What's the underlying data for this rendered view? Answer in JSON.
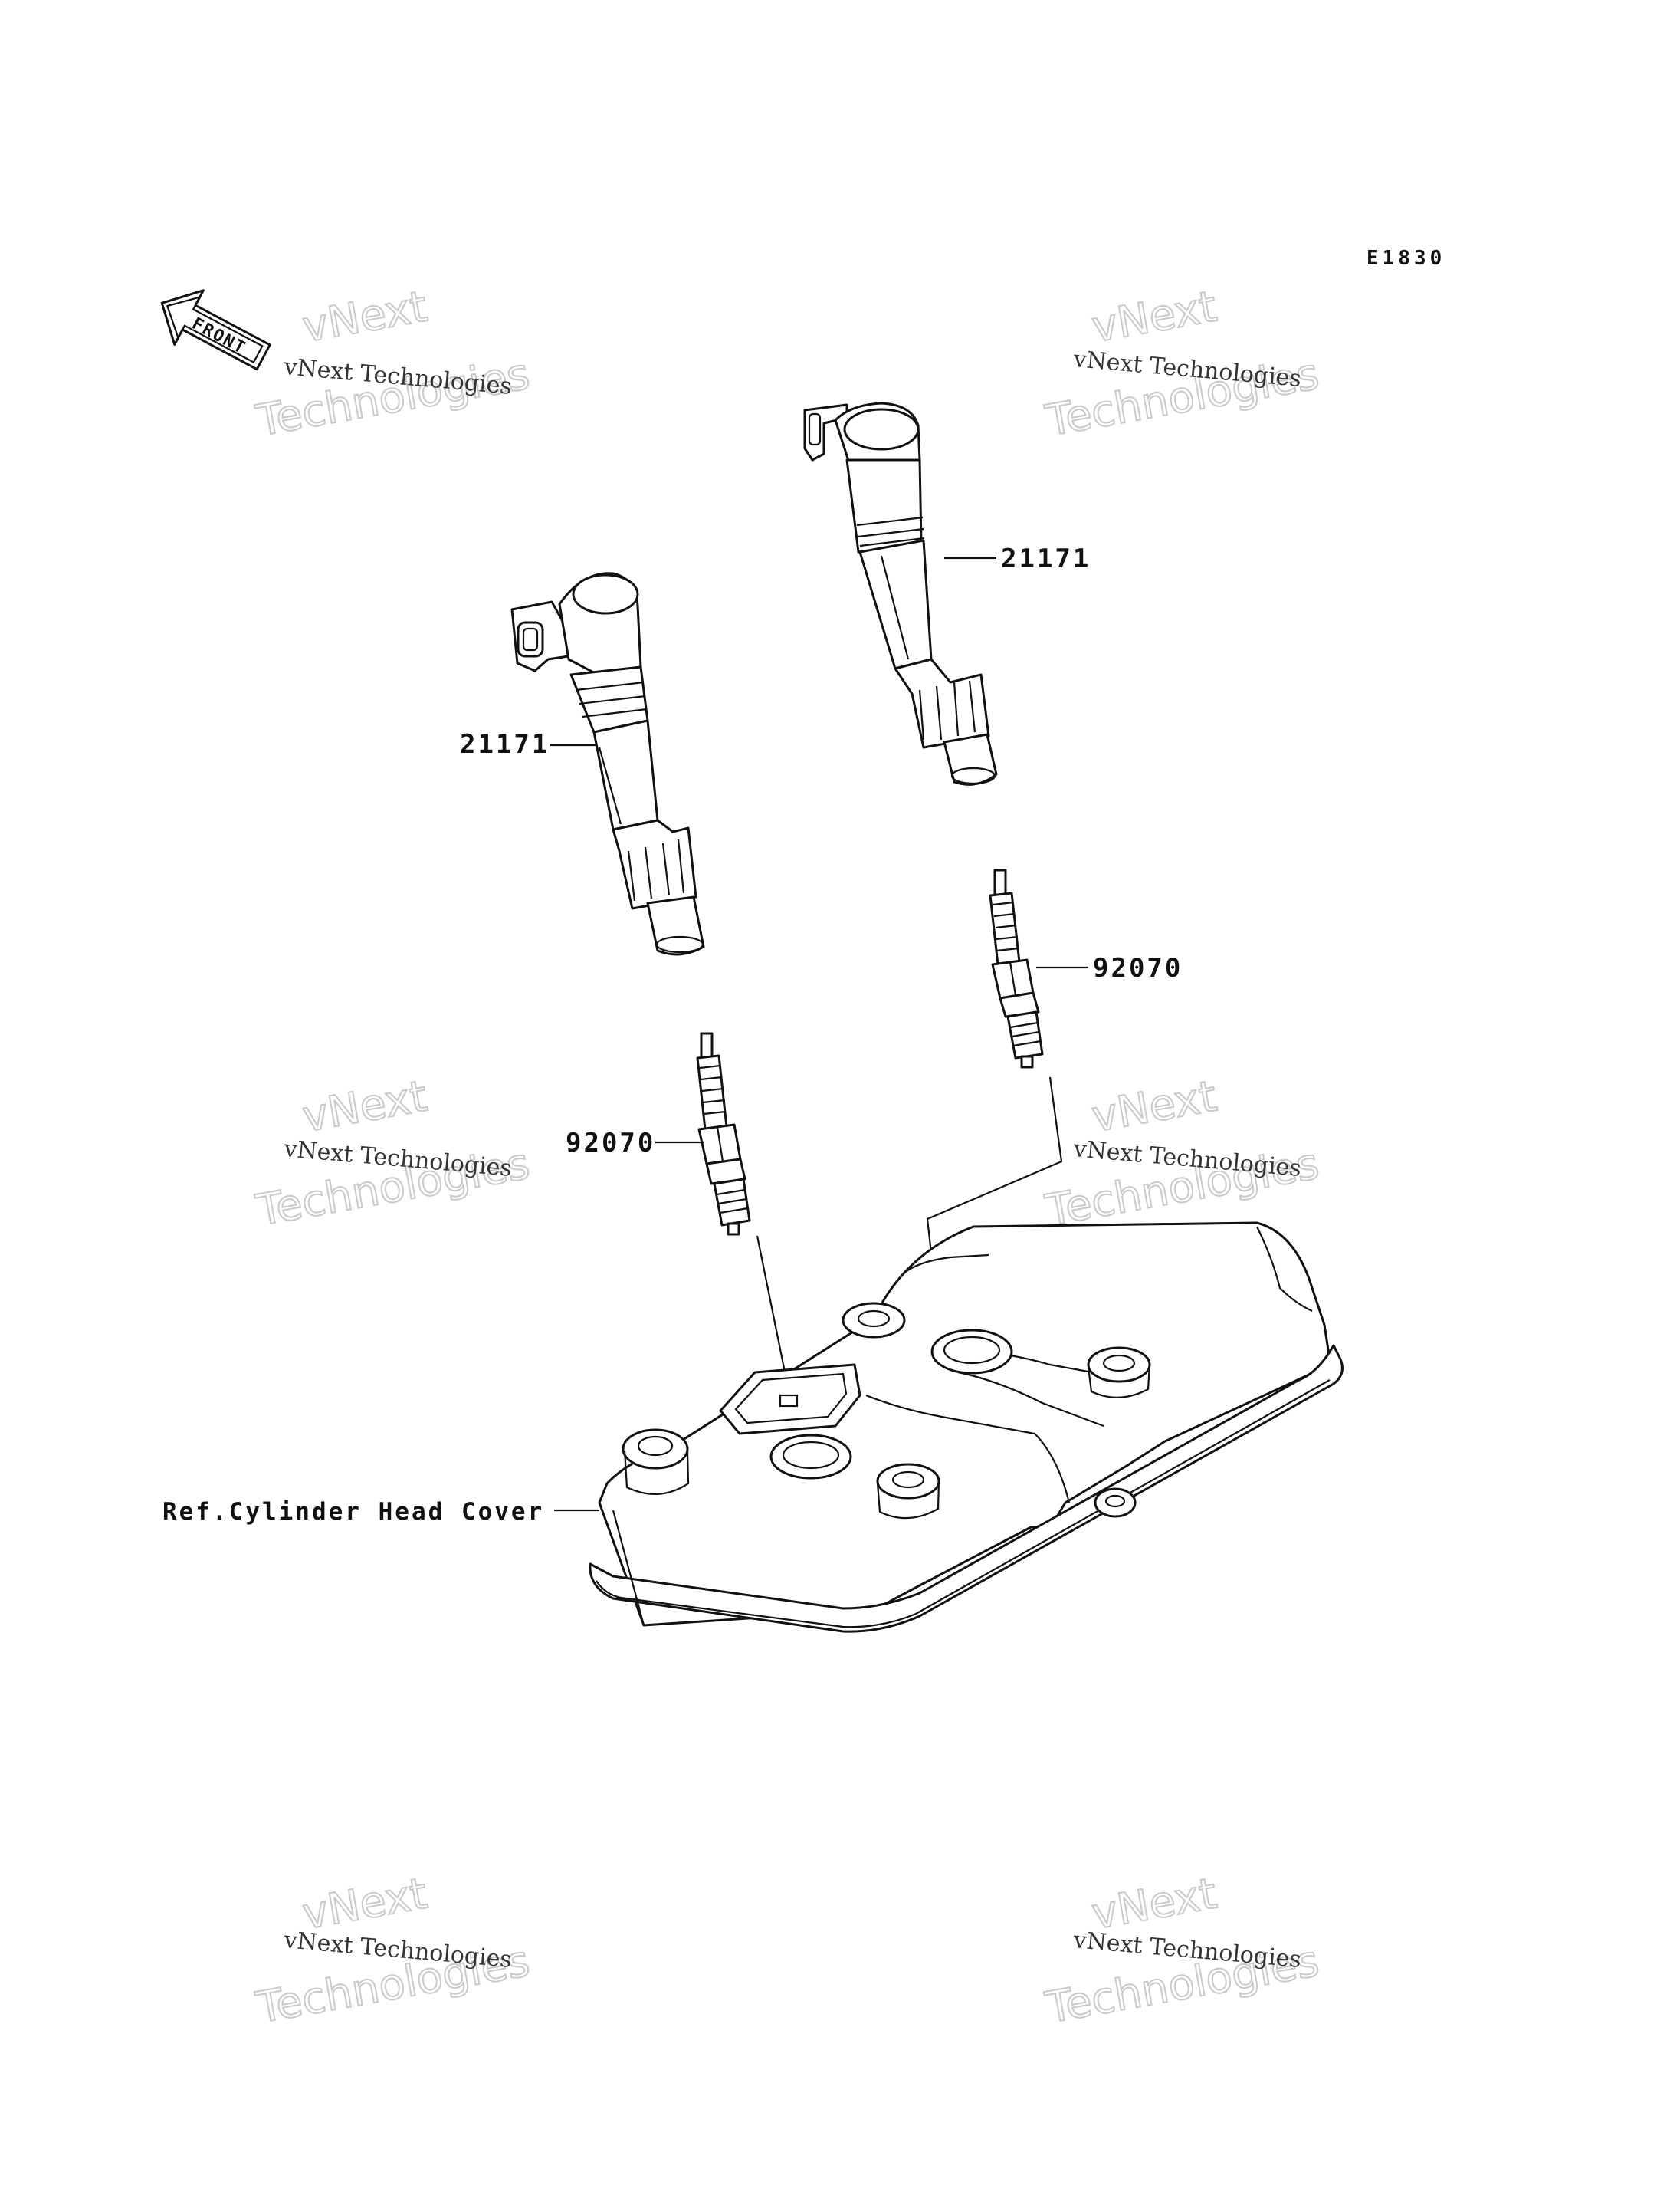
{
  "diagram_code": "E1830",
  "front_label": "FRONT",
  "watermark_small": "vNext Technologies",
  "watermark_big_1": "vNext",
  "watermark_big_2": "Technologies",
  "parts": [
    {
      "id": "ignition-coil-rear",
      "number": "21171"
    },
    {
      "id": "ignition-coil-front",
      "number": "21171"
    },
    {
      "id": "spark-plug-rear",
      "number": "92070"
    },
    {
      "id": "spark-plug-front",
      "number": "92070"
    }
  ],
  "reference_label": "Ref.Cylinder Head Cover",
  "colors": {
    "ink": "#111111",
    "watermark": "#c9c9c9",
    "background": "#ffffff"
  }
}
